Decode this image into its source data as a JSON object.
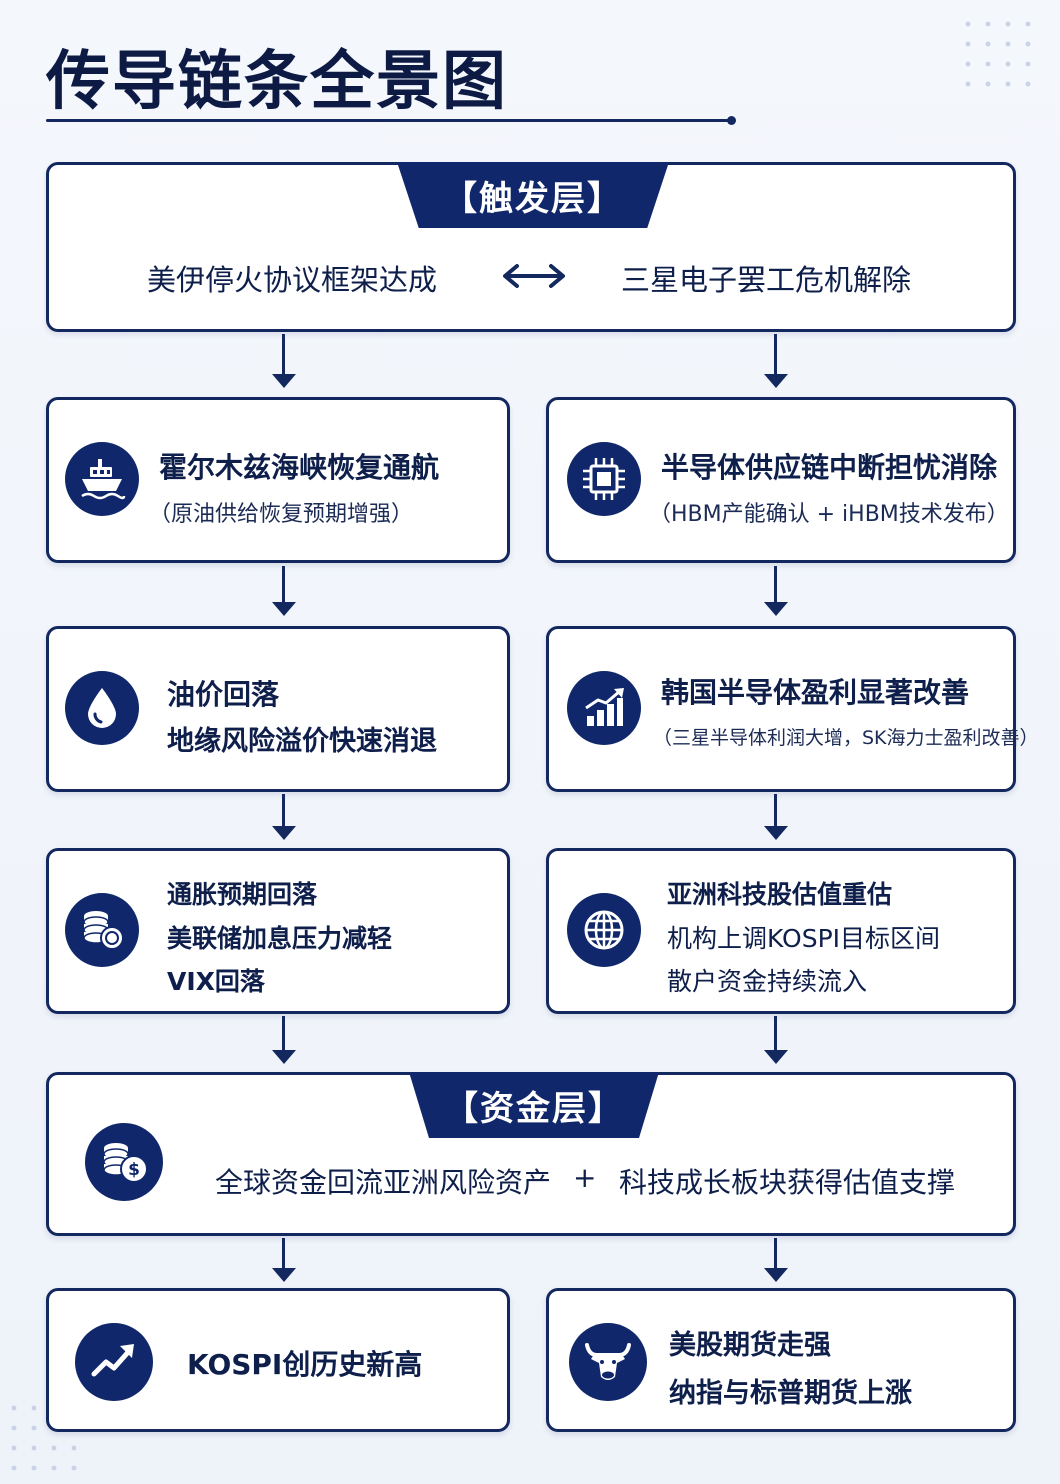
{
  "title": "传导链条全景图",
  "trigger": {
    "tab": "【触发层】",
    "left": "美伊停火协议框架达成",
    "right": "三星电子罢工危机解除"
  },
  "left_chain": [
    {
      "icon": "ship-icon",
      "lines": [
        "霍尔木兹海峡恢复通航"
      ],
      "sub": "（原油供给恢复预期增强）"
    },
    {
      "icon": "oil-drop-icon",
      "lines": [
        "油价回落",
        "地缘风险溢价快速消退"
      ]
    },
    {
      "icon": "coins-stack-icon",
      "lines": [
        "通胀预期回落",
        "美联储加息压力减轻",
        "VIX回落"
      ]
    }
  ],
  "right_chain": [
    {
      "icon": "chip-icon",
      "lines": [
        "半导体供应链中断担忧消除"
      ],
      "sub": "（HBM产能确认 + iHBM技术发布）"
    },
    {
      "icon": "growth-chart-icon",
      "lines": [
        "韩国半导体盈利显著改善"
      ],
      "sub": "（三星半导体利润大增，SK海力士盈利改善）"
    },
    {
      "icon": "globe-icon",
      "lines": [
        "亚洲科技股估值重估",
        "机构上调KOSPI目标区间",
        "散户资金持续流入"
      ]
    }
  ],
  "capital": {
    "tab": "【资金层】",
    "icon": "dollar-coins-icon",
    "left": "全球资金回流亚洲风险资产",
    "plus": "+",
    "right": "科技成长板块获得估值支撑"
  },
  "results": [
    {
      "icon": "trend-up-icon",
      "lines": [
        "KOSPI创历史新高"
      ]
    },
    {
      "icon": "bull-icon",
      "lines": [
        "美股期货走强",
        "纳指与标普期货上涨"
      ]
    }
  ],
  "colors": {
    "navy": "#10286b",
    "border": "#13285f",
    "background": "#f4f7fc"
  }
}
